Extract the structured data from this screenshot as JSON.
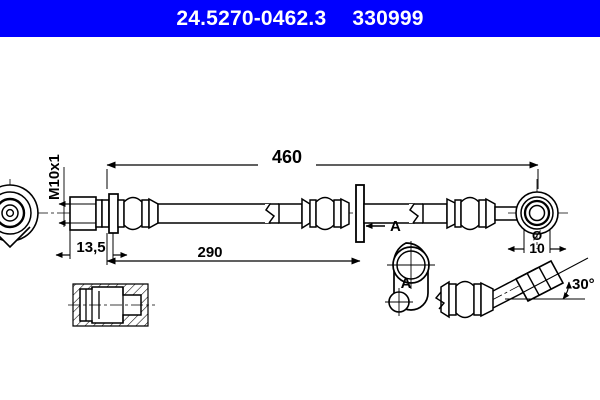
{
  "header": {
    "part_number": "24.5270-0462.3",
    "reference_number": "330999",
    "background_color": "#0000FF",
    "text_color": "#FFFFFF"
  },
  "drawing": {
    "title": "Brake hose technical drawing",
    "line_color": "#000000",
    "background_color": "#FFFFFF",
    "dimensions": {
      "overall_length": "460",
      "partial_length": "290",
      "thread_offset": "13,5",
      "thread_spec": "M10x1",
      "diameter_symbol": "Ø",
      "diameter_value": "10",
      "angle": "30°"
    },
    "labels": {
      "section_arrow": "A",
      "section_view": "A"
    }
  }
}
